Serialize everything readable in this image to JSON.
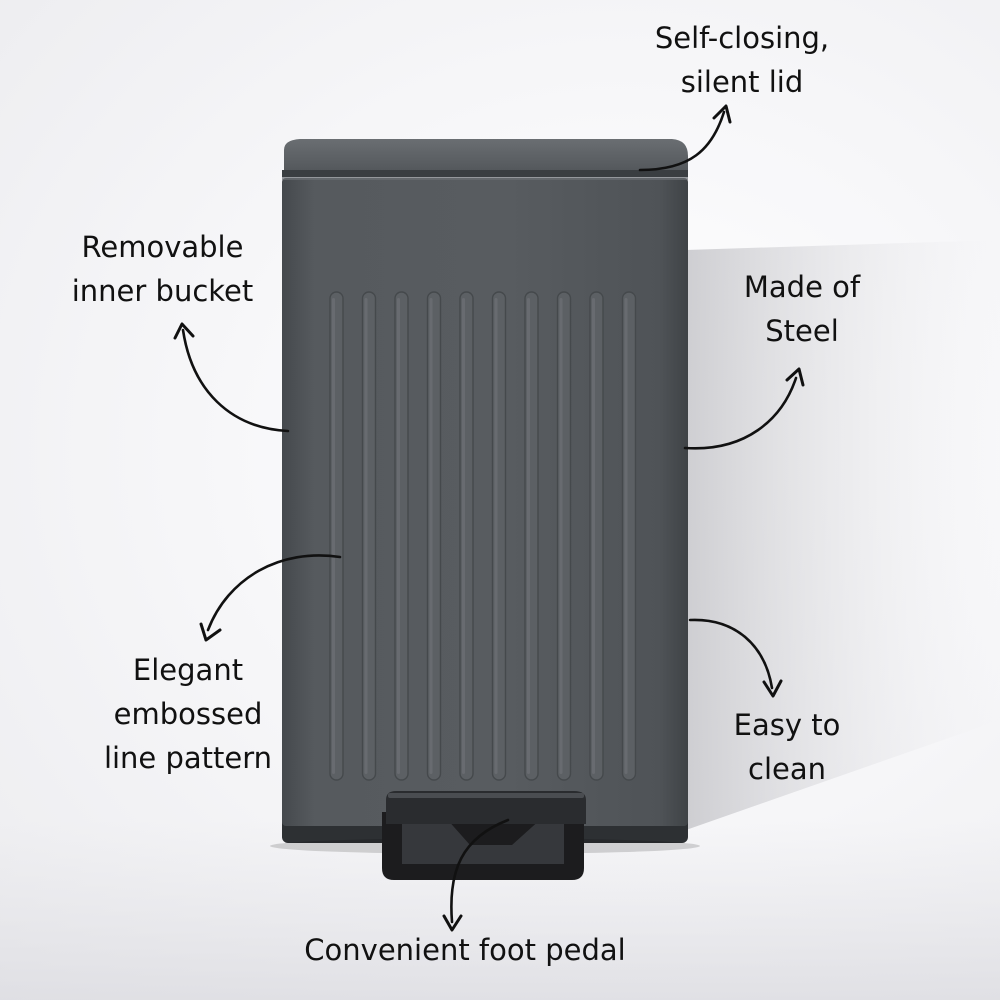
{
  "colors": {
    "background": "#f5f5f7",
    "bin_body": "#54585c",
    "bin_lid": "#5a5e62",
    "pedal": "#1c1c1e",
    "text": "#111111",
    "arrow": "#111111"
  },
  "product": {
    "name": "pedal-bin",
    "icon": "trash-bin"
  },
  "callouts": {
    "lid": {
      "lines": [
        "Self-closing,",
        "silent lid"
      ]
    },
    "bucket": {
      "lines": [
        "Removable",
        "inner bucket"
      ]
    },
    "steel": {
      "lines": [
        "Made of",
        "Steel"
      ]
    },
    "pattern": {
      "lines": [
        "Elegant",
        "embossed",
        "line pattern"
      ]
    },
    "clean": {
      "lines": [
        "Easy to",
        "clean"
      ]
    },
    "pedal": {
      "lines": [
        "Convenient foot pedal"
      ]
    }
  }
}
